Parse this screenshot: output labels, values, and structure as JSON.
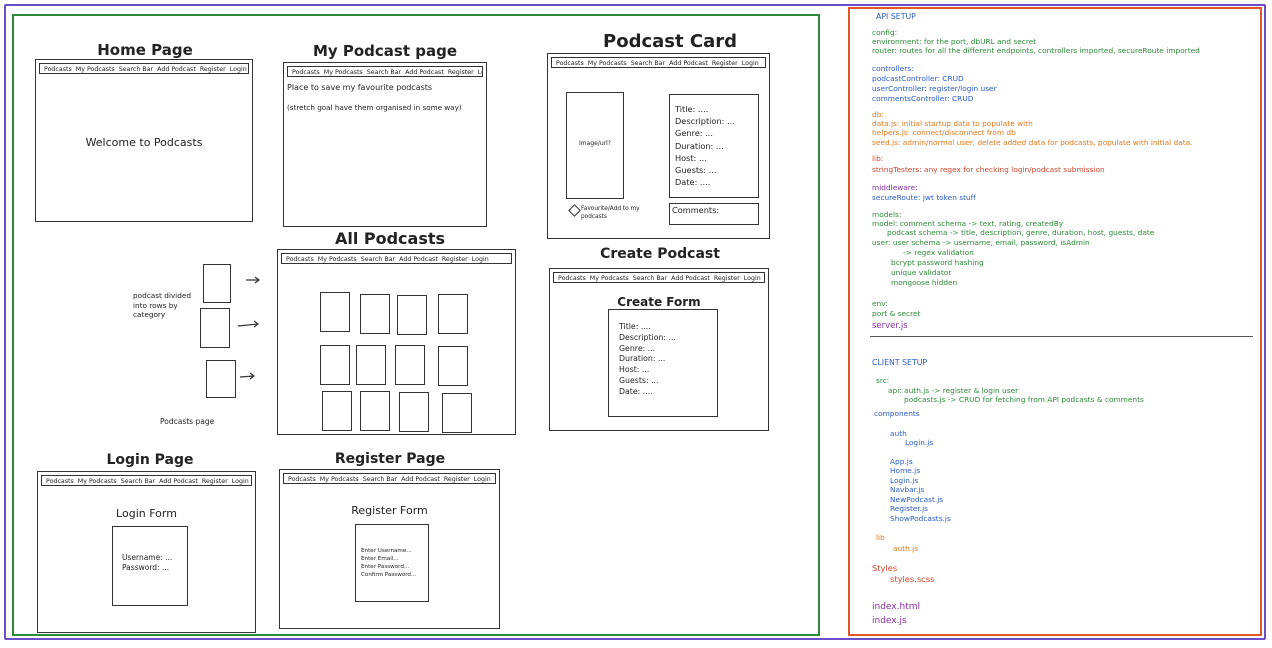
{
  "colors": {
    "outer_border": "#6a4fc8",
    "wireframe_panel": "#2f8a3a",
    "setup_panel": "#e0552a",
    "green": "#2e8b3a",
    "blue": "#2b5cc8",
    "orange": "#e07a1f",
    "red": "#d2452c",
    "purple": "#8a2fa8"
  },
  "nav": {
    "full": [
      "Podcasts",
      "My Podcasts",
      "Search Bar",
      "Add Podcast",
      "Register",
      "Login"
    ]
  },
  "home": {
    "title": "Home Page",
    "welcome": "Welcome to Podcasts"
  },
  "mypodcast": {
    "title": "My Podcast page",
    "line1": "Place to save  my favourite podcasts",
    "line2": "(stretch goal have them organised in some way)"
  },
  "card": {
    "title": "Podcast Card",
    "image": "Image/url?",
    "fields": [
      "Title: ....",
      "Description: ...",
      "Genre: ...",
      "Duration: ...",
      "Host: ...",
      "Guests: ...",
      "Date: ...."
    ],
    "comments": "Comments:",
    "favourite": "Favourite/Add to my podcasts"
  },
  "all": {
    "title": "All Podcasts",
    "side_note": "podcast divided into rows by category",
    "caption": "Podcasts page"
  },
  "create": {
    "title": "Create Podcast",
    "form_title": "Create Form",
    "fields": [
      "Title: ....",
      "Description: ...",
      "Genre: ...",
      "Duration: ...",
      "Host: ...",
      "Guests: ...",
      "Date: ...."
    ]
  },
  "login": {
    "title": "Login Page",
    "form_title": "Login Form",
    "fields": [
      "Username: ...",
      "Password: ..."
    ]
  },
  "register": {
    "title": "Register Page",
    "form_title": "Register Form",
    "fields": [
      "Enter Username...",
      "Enter Email...",
      "Enter Password...",
      "Confirm Password..."
    ]
  },
  "api": {
    "heading": "API SETUP",
    "config": "config:",
    "config_env": "environment: for the port, dbURL and secret",
    "config_router": "router: routes for all the different endpoints, controllers imported, secureRoute imported",
    "controllers": "controllers:",
    "ctrl1": "podcastController: CRUD",
    "ctrl2": "userController: register/login user",
    "ctrl3": "commentsController: CRUD",
    "db": "db:",
    "db1": "data.js: initial startup data to populate with",
    "db2": "helpers.js: connect/disconnect from db",
    "db3": "seed.js: admin/normal user, delete added data for podcasts, populate with initial data.",
    "lib": "lib:",
    "lib1": "stringTesters: any regex for checking login/podcast submission",
    "mw": "middleware:",
    "mw1": "secureRoute: jwt token stuff",
    "models": "models:",
    "m1": "model: comment schema -> text, rating, createdBy",
    "m2": "podcast schema -> title, description, genre, duration, host, guests, date",
    "m3": "user: user schema -> username, email, password, isAdmin",
    "m4": "-> regex validation",
    "m5": "bcrypt password hashing",
    "m6": "unique validator",
    "m7": "mongoose hidden",
    "env": "env:",
    "env1": "port & secret",
    "server": "server.js"
  },
  "client": {
    "heading": "CLIENT SETUP",
    "src": "src:",
    "api1": "api: auth.js -> register & login user",
    "api2": "podcasts.js -> CRUD for fetching from API podcasts & comments",
    "components": "components",
    "auth": "auth",
    "loginjs": "Login.js",
    "files": [
      "App.js",
      "Home.js",
      "Login.js",
      "Navbar.js",
      "NewPodcast.js",
      "Register.js",
      "ShowPodcasts.js"
    ],
    "lib": "lib",
    "authjs": "auth.js",
    "styles": "Styles",
    "scss": "styles.scss",
    "index_html": "index.html",
    "index_js": "index.js"
  }
}
